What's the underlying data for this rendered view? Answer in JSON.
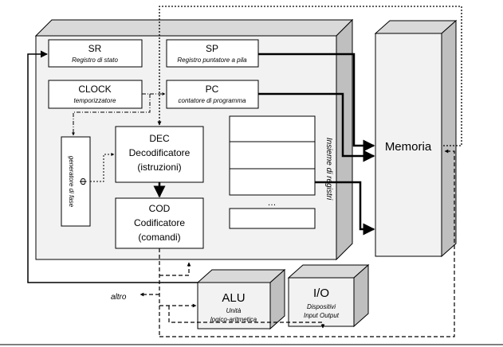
{
  "cpu": {
    "sr": {
      "title": "SR",
      "subtitle": "Registro di stato"
    },
    "sp": {
      "title": "SP",
      "subtitle": "Registro puntatore a pila"
    },
    "clock": {
      "title": "CLOCK",
      "subtitle": "temporizzatore"
    },
    "pc": {
      "title": "PC",
      "subtitle": "contatore di programma"
    },
    "phase": {
      "symbol": "Φ",
      "subtitle": "generatore di fase"
    },
    "dec": {
      "line1": "DEC",
      "line2": "Decodificatore",
      "line3": "(istruzioni)"
    },
    "cod": {
      "line1": "COD",
      "line2": "Codificatore",
      "line3": "(comandi)"
    },
    "register_set": {
      "label": "Insieme di registri",
      "ellipsis": "…"
    }
  },
  "memory": {
    "label": "Memoria"
  },
  "alu": {
    "title": "ALU",
    "line1": "Unità",
    "line2": "logico-aritmetica"
  },
  "io": {
    "title": "I/O",
    "line1": "Dispositivi",
    "line2": "Input Output"
  },
  "other_label": "altro"
}
